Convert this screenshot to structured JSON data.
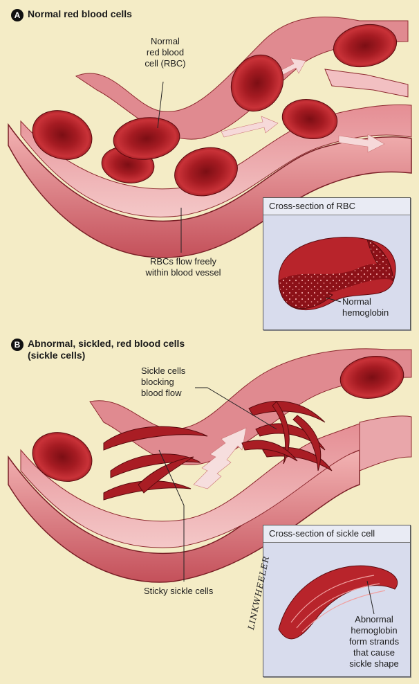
{
  "panel_a": {
    "badge": "A",
    "title": "Normal red blood cells",
    "label_rbc": [
      "Normal",
      "red blood",
      "cell (RBC)"
    ],
    "label_flow": [
      "RBCs flow freely",
      "within blood vessel"
    ],
    "inset_title": "Cross-section of RBC",
    "inset_label": [
      "Normal",
      "hemoglobin"
    ]
  },
  "panel_b": {
    "badge": "B",
    "title": [
      "Abnormal, sickled, red blood cells",
      "(sickle cells)"
    ],
    "label_blocking": [
      "Sickle cells",
      "blocking",
      "blood flow"
    ],
    "label_sticky": "Sticky sickle cells",
    "inset_title": "Cross-section of sickle cell",
    "inset_label": [
      "Abnormal",
      "hemoglobin",
      "form strands",
      "that cause",
      "sickle shape"
    ]
  },
  "signature": "LINKWHEELER",
  "colors": {
    "background": "#f4ecc6",
    "vessel_outer": "#c85c64",
    "vessel_inner": "#eaa6a8",
    "cell": "#b8242b",
    "cell_center": "#7f1016",
    "inset_bg": "#d8dced"
  }
}
